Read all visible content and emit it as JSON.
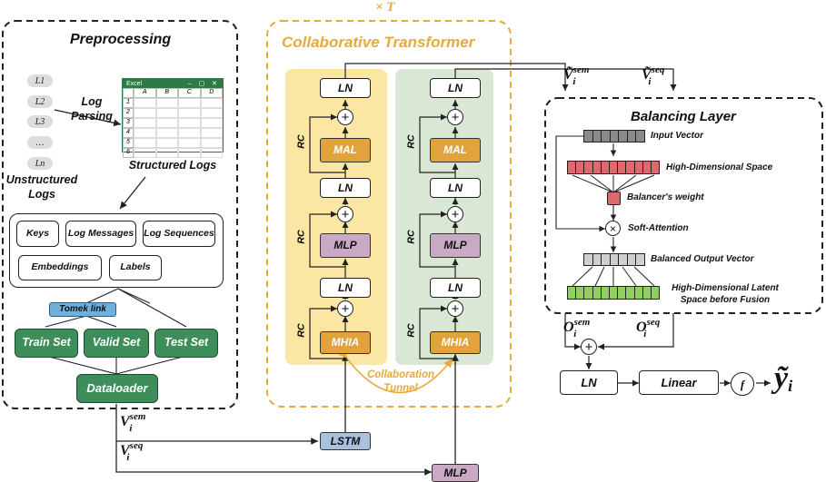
{
  "top_label": "× T",
  "preprocessing": {
    "title": "Preprocessing",
    "logs": [
      "L1",
      "L2",
      "L3",
      "…",
      "Ln"
    ],
    "unstructured_label": "Unstructured Logs",
    "parse_label": "Log Parsing",
    "structured_label": "Structured Logs",
    "excel": {
      "title": "Excel",
      "cols": [
        "A",
        "B",
        "C",
        "D"
      ],
      "rows": [
        "1",
        "2",
        "3",
        "4",
        "5",
        "6"
      ]
    },
    "fields": [
      "Keys",
      "Log Messages",
      "Log Sequences",
      "Embeddings",
      "Labels"
    ],
    "tomek": "Tomek link",
    "sets": [
      "Train Set",
      "Valid Set",
      "Test Set"
    ],
    "dataloader": "Dataloader"
  },
  "transformer": {
    "title": "Collaborative Transformer",
    "ln": "LN",
    "mal": "MAL",
    "mlp": "MLP",
    "mhia": "MHIA",
    "rc": "RC",
    "tunnel": "Collaboration Tunnel"
  },
  "inputs": {
    "v_sem": "V",
    "v_sem_sup": "sem",
    "v_sem_sub": "i",
    "v_seq": "V",
    "v_seq_sup": "seq",
    "v_seq_sub": "i",
    "lstm": "LSTM",
    "mlp": "MLP"
  },
  "balancing": {
    "title": "Balancing Layer",
    "v_sem": "Ṽ",
    "v_sem_sup": "sem",
    "v_sem_sub": "i",
    "v_seq": "Ṽ",
    "v_seq_sup": "seq",
    "v_seq_sub": "i",
    "input_vector": "Input Vector",
    "high_dim": "High-Dimensional Space",
    "weight": "Balancer's weight",
    "soft": "Soft-Attention",
    "balanced": "Balanced Output Vector",
    "latent": "High-Dimensional Latent Space before Fusion"
  },
  "output": {
    "o_sem": "O",
    "o_sem_sup": "sem",
    "o_sem_sub": "i",
    "o_seq": "O",
    "o_seq_sup": "seq",
    "o_seq_sub": "i",
    "ln": "LN",
    "linear": "Linear",
    "f": "f",
    "y": "ỹ",
    "y_sub": "i"
  },
  "colors": {
    "orange": "#e8a93a",
    "yellow_panel": "#fbe6a4",
    "green_panel": "#d9e7d4",
    "mal": "#e2a23c",
    "mlp": "#c9a9c3",
    "green_box": "#3e8e5c",
    "tomek": "#6fb0dd",
    "lstm": "#a9c1df",
    "vec_gray": "#8a8a8a",
    "vec_red": "#e0686c",
    "vec_green": "#8fcf62"
  }
}
